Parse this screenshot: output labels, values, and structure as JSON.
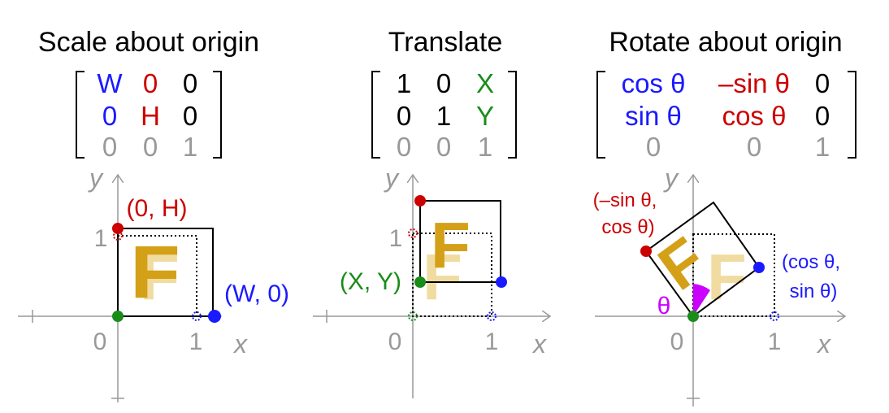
{
  "colors": {
    "blue": "#1a1aff",
    "red": "#cc0000",
    "green": "#1a8c1a",
    "gray": "#999999",
    "magenta": "#cc00ff",
    "gold": "#d4a017",
    "gold_faded": "#f0dca0"
  },
  "axes": {
    "x_label": "x",
    "y_label": "y",
    "zero": "0",
    "one": "1"
  },
  "f_letter": "F",
  "panels": [
    {
      "title": "Scale about origin",
      "matrix": [
        [
          {
            "t": "W",
            "c": "blue"
          },
          {
            "t": "0",
            "c": "red"
          },
          {
            "t": "0",
            "c": "black"
          }
        ],
        [
          {
            "t": "0",
            "c": "blue"
          },
          {
            "t": "H",
            "c": "red"
          },
          {
            "t": "0",
            "c": "black"
          }
        ],
        [
          {
            "t": "0",
            "c": "gray"
          },
          {
            "t": "0",
            "c": "gray"
          },
          {
            "t": "1",
            "c": "gray"
          }
        ]
      ],
      "labels": {
        "top": "(0, H)",
        "right": "(W, 0)"
      }
    },
    {
      "title": "Translate",
      "matrix": [
        [
          {
            "t": "1",
            "c": "black"
          },
          {
            "t": "0",
            "c": "black"
          },
          {
            "t": "X",
            "c": "green"
          }
        ],
        [
          {
            "t": "0",
            "c": "black"
          },
          {
            "t": "1",
            "c": "black"
          },
          {
            "t": "Y",
            "c": "green"
          }
        ],
        [
          {
            "t": "0",
            "c": "gray"
          },
          {
            "t": "0",
            "c": "gray"
          },
          {
            "t": "1",
            "c": "gray"
          }
        ]
      ],
      "labels": {
        "origin": "(X, Y)"
      }
    },
    {
      "title": "Rotate about origin",
      "matrix": [
        [
          {
            "t": "cos θ",
            "c": "blue"
          },
          {
            "t": "–sin θ",
            "c": "red"
          },
          {
            "t": "0",
            "c": "black"
          }
        ],
        [
          {
            "t": "sin θ",
            "c": "blue"
          },
          {
            "t": "cos θ",
            "c": "red"
          },
          {
            "t": "0",
            "c": "black"
          }
        ],
        [
          {
            "t": "0",
            "c": "gray"
          },
          {
            "t": "0",
            "c": "gray"
          },
          {
            "t": "1",
            "c": "gray"
          }
        ]
      ],
      "labels": {
        "left_line1": "(–sin θ,",
        "left_line2": "cos θ)",
        "right_line1": "(cos θ,",
        "right_line2": "sin θ)",
        "angle": "θ"
      }
    }
  ]
}
